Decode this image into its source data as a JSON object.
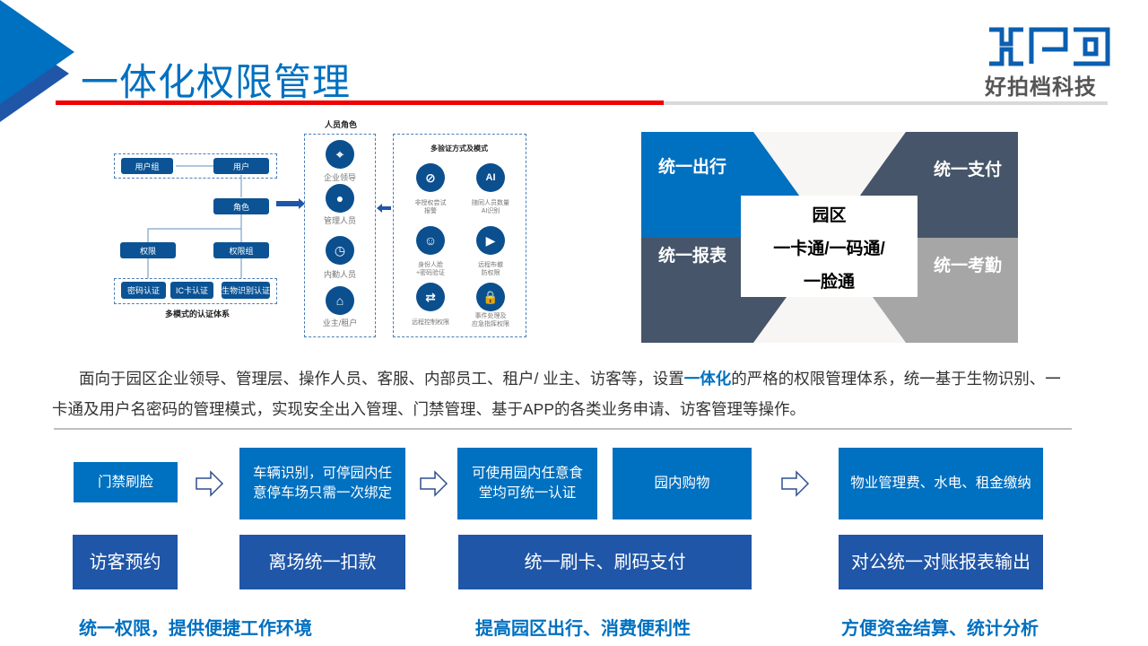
{
  "title": "一体化权限管理",
  "logo": {
    "mark": "XPD",
    "name": "好拍档科技"
  },
  "auth_diagram": {
    "user_group": "用户组",
    "user": "用户",
    "role": "角色",
    "permission": "权限",
    "permission_group": "权限组",
    "methods": [
      "密码认证",
      "IC卡认证",
      "生物识别认证"
    ],
    "caption": "多模式的认证体系"
  },
  "roles": {
    "title": "人员角色",
    "items": [
      "企业领导",
      "管理人员",
      "内勤人员",
      "业主/租户"
    ]
  },
  "modes": {
    "title": "多验证方式及模式",
    "items": [
      {
        "l1": "非授权尝试",
        "l2": "报警"
      },
      {
        "l1": "随同人员数量",
        "l2": "AI识别"
      },
      {
        "l1": "身份人脸",
        "l2": "+密码验证"
      },
      {
        "l1": "远程布撤",
        "l2": "防权限"
      },
      {
        "l1": "远程控制权限",
        "l2": ""
      },
      {
        "l1": "事件处理及",
        "l2": "应急指挥权限"
      }
    ]
  },
  "unified": {
    "tl": "统一出行",
    "tr": "统一支付",
    "bl": "统一报表",
    "br": "统一考勤",
    "center": [
      "园区",
      "一卡通/一码通/",
      "一脸通"
    ],
    "colors": {
      "blue": "#0070c0",
      "dark": "#465569",
      "gray": "#a6a6a6"
    }
  },
  "paragraph": {
    "before": "面向于园区企业领导、管理层、操作人员、客服、内部员工、租户/ 业主、访客等，设置",
    "highlight": "一体化",
    "after": "的严格的权限管理体系，统一基于生物识别、一卡通及用户名密码的管理模式，实现安全出入管理、门禁管理、基于APP的各类业务申请、访客管理等操作。"
  },
  "flow": {
    "row1": [
      "门禁刷脸",
      "车辆识别，可停园内任意停车场只需一次绑定",
      "可使用园内任意食堂均可统一认证",
      "园内购物",
      "物业管理费、水电、租金缴纳"
    ],
    "row2": [
      "访客预约",
      "离场统一扣款",
      "统一刷卡、刷码支付",
      "对公统一对账报表输出"
    ],
    "captions": [
      "统一权限，提供便捷工作环境",
      "提高园区出行、消费便利性",
      "方便资金结算、统计分析"
    ]
  }
}
